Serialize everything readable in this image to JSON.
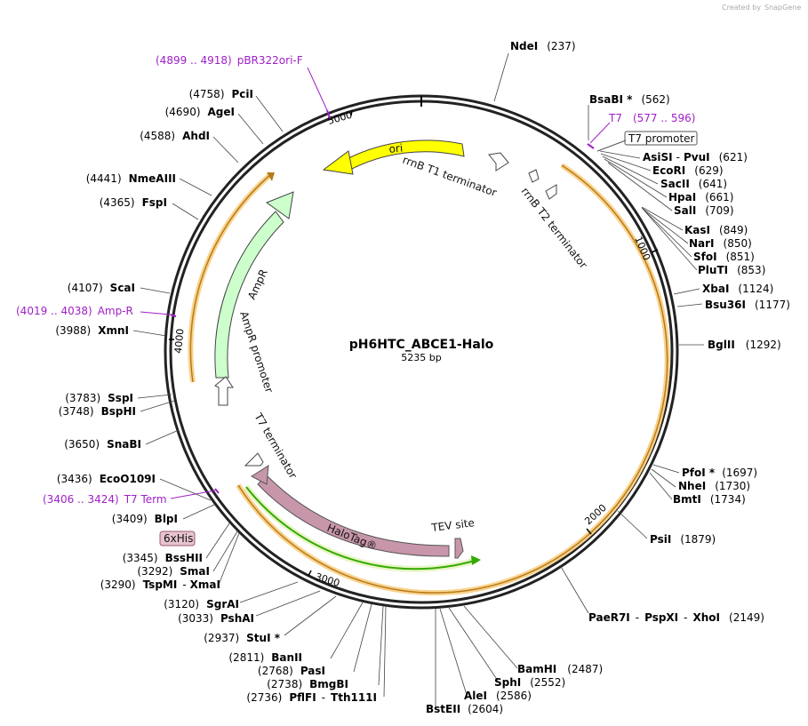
{
  "credit": {
    "created_by": "Created by",
    "brand": "SnapGene"
  },
  "plasmid": {
    "name": "pH6HTC_ABCE1-Halo",
    "size": "5235 bp"
  },
  "ticks": [
    "1000",
    "2000",
    "3000",
    "4000",
    "5000"
  ],
  "features": {
    "ori": "ori",
    "rrnb_t1": "rrnB T1 terminator",
    "rrnb_t2": "rrnB T2 terminator",
    "ampr": "AmpR",
    "ampr_promoter": "AmpR promoter",
    "t7_terminator": "T7 terminator",
    "halotag": "HaloTag®",
    "tev_site": "TEV site",
    "t7_promoter": "T7 promoter",
    "his6": "6xHis"
  },
  "primers": [
    {
      "range": "(4899 .. 4918)",
      "name": "pBR322ori-F"
    },
    {
      "range": "(577 .. 596)",
      "name": "T7"
    },
    {
      "range": "(4019 .. 4038)",
      "name": "Amp-R"
    },
    {
      "range": "(3406 .. 3424)",
      "name": "T7 Term"
    }
  ],
  "sites": [
    {
      "name": "NdeI",
      "pos": "(237)"
    },
    {
      "name": "BsaBI *",
      "pos": "(562)"
    },
    {
      "name": "AsiSI",
      "sep": "-",
      "name2": "PvuI",
      "pos": "(621)"
    },
    {
      "name": "EcoRI",
      "pos": "(629)"
    },
    {
      "name": "SacII",
      "pos": "(641)"
    },
    {
      "name": "HpaI",
      "pos": "(661)"
    },
    {
      "name": "SalI",
      "pos": "(709)"
    },
    {
      "name": "KasI",
      "pos": "(849)"
    },
    {
      "name": "NarI",
      "pos": "(850)"
    },
    {
      "name": "SfoI",
      "pos": "(851)"
    },
    {
      "name": "PluTI",
      "pos": "(853)"
    },
    {
      "name": "XbaI",
      "pos": "(1124)"
    },
    {
      "name": "Bsu36I",
      "pos": "(1177)"
    },
    {
      "name": "BglII",
      "pos": "(1292)"
    },
    {
      "name": "PfoI *",
      "pos": "(1697)"
    },
    {
      "name": "NheI",
      "pos": "(1730)"
    },
    {
      "name": "BmtI",
      "pos": "(1734)"
    },
    {
      "name": "PsiI",
      "pos": "(1879)"
    },
    {
      "name": "PaeR7I",
      "sep": "-",
      "name2": "PspXI",
      "sep2": "-",
      "name3": "XhoI",
      "pos": "(2149)"
    },
    {
      "name": "BamHI",
      "pos": "(2487)"
    },
    {
      "name": "SphI",
      "pos": "(2552)"
    },
    {
      "name": "AleI",
      "pos": "(2586)"
    },
    {
      "name": "BstEII",
      "pos": "(2604)"
    },
    {
      "name": "PflFI",
      "sep": "-",
      "name2": "Tth111I",
      "pos": "(2736)"
    },
    {
      "name": "BmgBI",
      "pos": "(2738)"
    },
    {
      "name": "PasI",
      "pos": "(2768)"
    },
    {
      "name": "BanII",
      "pos": "(2811)"
    },
    {
      "name": "StuI *",
      "pos": "(2937)"
    },
    {
      "name": "PshAI",
      "pos": "(3033)"
    },
    {
      "name": "SgrAI",
      "pos": "(3120)"
    },
    {
      "name": "TspMI",
      "sep": "-",
      "name2": "XmaI",
      "pos": "(3290)"
    },
    {
      "name": "SmaI",
      "pos": "(3292)"
    },
    {
      "name": "BssHII",
      "pos": "(3345)"
    },
    {
      "name": "BlpI",
      "pos": "(3409)"
    },
    {
      "name": "EcoO109I",
      "pos": "(3436)"
    },
    {
      "name": "SnaBI",
      "pos": "(3650)"
    },
    {
      "name": "BspHI",
      "pos": "(3748)"
    },
    {
      "name": "SspI",
      "pos": "(3783)"
    },
    {
      "name": "XmnI",
      "pos": "(3988)"
    },
    {
      "name": "ScaI",
      "pos": "(4107)"
    },
    {
      "name": "FspI",
      "pos": "(4365)"
    },
    {
      "name": "NmeAIII",
      "pos": "(4441)"
    },
    {
      "name": "AhdI",
      "pos": "(4588)"
    },
    {
      "name": "AgeI",
      "pos": "(4690)"
    },
    {
      "name": "PciI",
      "pos": "(4758)"
    }
  ],
  "colors": {
    "ori": "#ffff00",
    "ampr": "#ccffcc",
    "halotag": "#c896aa",
    "orf": "#f5b041",
    "his": "#33aa00",
    "primer": "#a020c8"
  }
}
